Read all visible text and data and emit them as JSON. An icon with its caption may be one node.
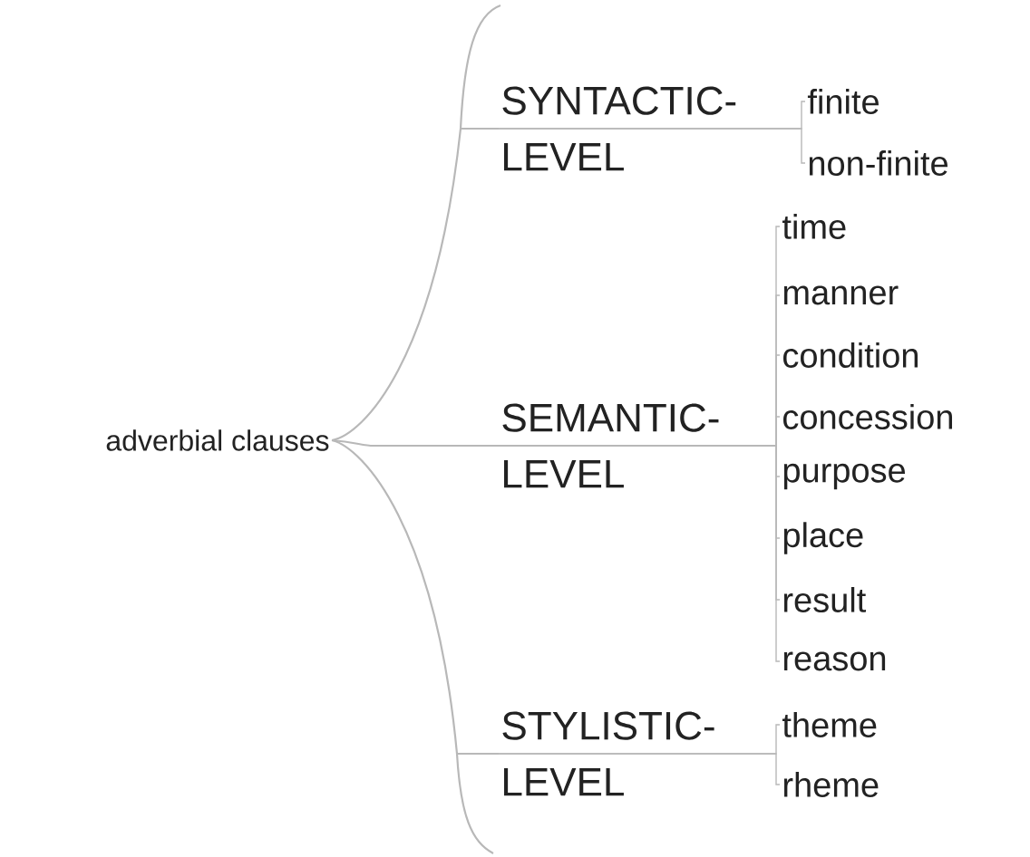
{
  "diagram": {
    "nodes": [
      {
        "text": [
          "adverbial clauses"
        ]
      },
      {
        "text": [
          "SYNTACTIC- LEVEL"
        ]
      },
      {
        "text": [
          "finite"
        ]
      },
      {
        "text": [
          "non-finite"
        ]
      },
      {
        "text": [
          "SEMANTIC- LEVEL"
        ]
      },
      {
        "text": [
          "time"
        ]
      },
      {
        "text": [
          "manner"
        ]
      },
      {
        "text": [
          "condition"
        ]
      },
      {
        "text": [
          "concession"
        ]
      },
      {
        "text": [
          "purpose"
        ]
      },
      {
        "text": [
          "place"
        ]
      },
      {
        "text": [
          "result"
        ]
      },
      {
        "text": [
          "reason"
        ]
      },
      {
        "text": [
          "STYLISTIC- LEVEL"
        ]
      },
      {
        "text": [
          "theme"
        ]
      },
      {
        "text": [
          "rheme"
        ]
      }
    ],
    "edges": [
      {
        "from": 0,
        "to": 1,
        "arrow": "none"
      },
      {
        "from": 0,
        "to": 4,
        "arrow": "none"
      },
      {
        "from": 0,
        "to": 13,
        "arrow": "none"
      },
      {
        "from": 1,
        "to": 2,
        "arrow": "none"
      },
      {
        "from": 1,
        "to": 3,
        "arrow": "none"
      },
      {
        "from": 4,
        "to": 5,
        "arrow": "none"
      },
      {
        "from": 4,
        "to": 6,
        "arrow": "none"
      },
      {
        "from": 4,
        "to": 7,
        "arrow": "none"
      },
      {
        "from": 4,
        "to": 8,
        "arrow": "none"
      },
      {
        "from": 4,
        "to": 9,
        "arrow": "none"
      },
      {
        "from": 4,
        "to": 10,
        "arrow": "none"
      },
      {
        "from": 4,
        "to": 11,
        "arrow": "none"
      },
      {
        "from": 4,
        "to": 12,
        "arrow": "none"
      },
      {
        "from": 13,
        "to": 14,
        "arrow": "none"
      },
      {
        "from": 13,
        "to": 15,
        "arrow": "none"
      }
    ]
  }
}
